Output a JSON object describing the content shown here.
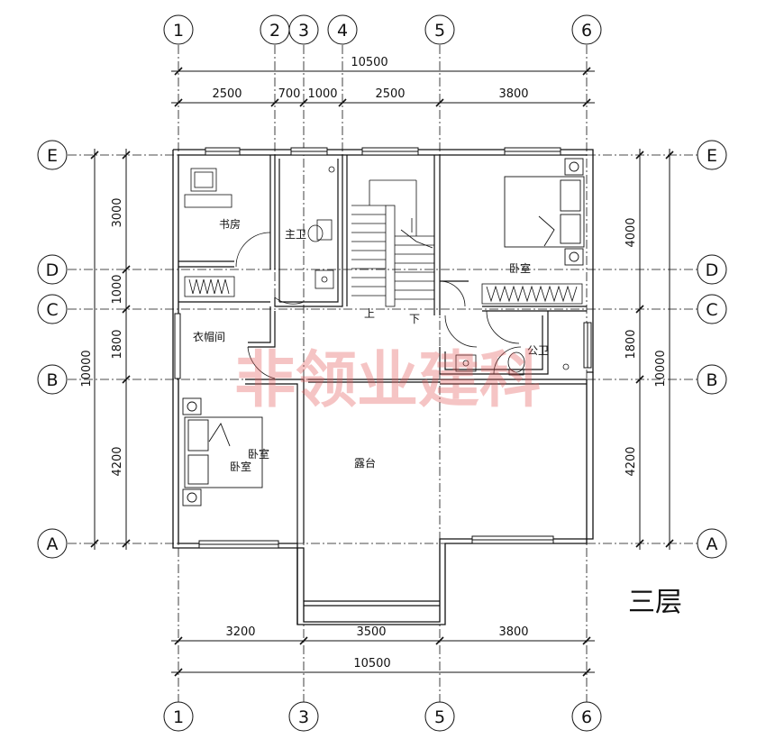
{
  "plan": {
    "floor_label": "三层",
    "watermark": "非领业建科",
    "axes_top": [
      "1",
      "2",
      "3",
      "4",
      "5",
      "6"
    ],
    "axes_bottom": [
      "1",
      "3",
      "5",
      "6"
    ],
    "axes_rows": [
      "E",
      "D",
      "C",
      "B",
      "A"
    ],
    "dims_top": {
      "overall": "10500",
      "segments": [
        "2500",
        "700",
        "1000",
        "2500",
        "3800"
      ]
    },
    "dims_bottom": {
      "overall": "10500",
      "segments": [
        "3200",
        "3500",
        "3800"
      ]
    },
    "dims_left": {
      "overall": "10000",
      "segments": [
        "3000",
        "1000",
        "1800",
        "4200"
      ]
    },
    "dims_right": {
      "overall": "10000",
      "segments": [
        "4000",
        "1800",
        "4200"
      ]
    },
    "rooms": {
      "study": "书房",
      "master_bath": "主卫",
      "bedroom_ne": "卧室",
      "closet": "衣帽间",
      "stairs_up": "上",
      "stairs_down": "下",
      "public_bath": "公卫",
      "bedroom_sw_a": "卧室",
      "bedroom_sw_b": "卧室",
      "terrace": "露台"
    },
    "colors": {
      "line": "#111111",
      "watermark": "#e35a5a"
    }
  }
}
